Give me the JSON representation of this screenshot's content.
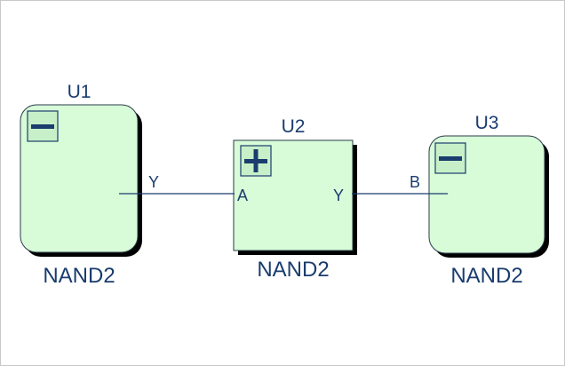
{
  "colors": {
    "block_fill": "#d8fcd8",
    "block_stroke": "#2a3a4a",
    "shadow": "#000000",
    "wire": "#1a3c6e",
    "text": "#1a3c6e",
    "icon_fill": "#c8f0c8"
  },
  "instances": [
    {
      "id": "u1",
      "name": "U1",
      "type": "NAND2",
      "state": "collapsed",
      "icon": "minus-icon"
    },
    {
      "id": "u2",
      "name": "U2",
      "type": "NAND2",
      "state": "expanded",
      "icon": "plus-icon"
    },
    {
      "id": "u3",
      "name": "U3",
      "type": "NAND2",
      "state": "collapsed",
      "icon": "minus-icon"
    }
  ],
  "pins": {
    "u1_y": "Y",
    "u2_a": "A",
    "u2_y": "Y",
    "u3_b": "B"
  },
  "nets": [
    {
      "from": "U1.Y",
      "to": "U2.A"
    },
    {
      "from": "U2.Y",
      "to": "U3.B"
    }
  ]
}
